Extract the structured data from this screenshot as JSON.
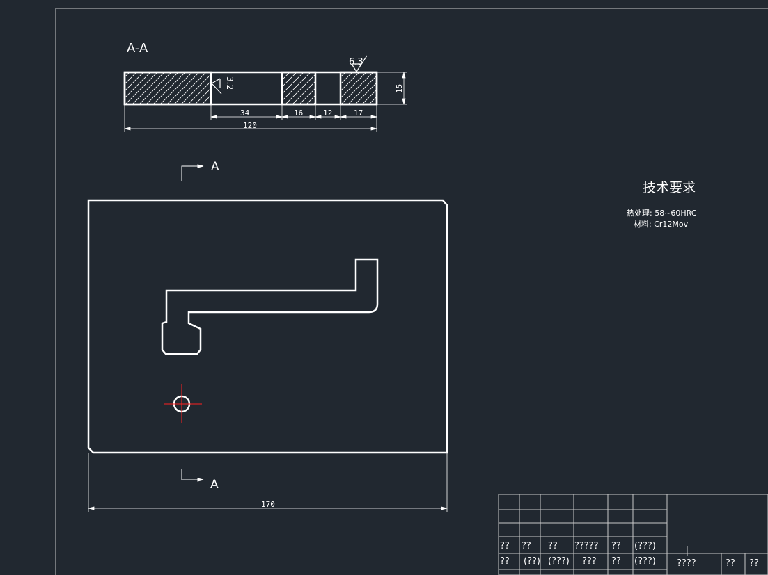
{
  "drawing": {
    "section_title": "A-A",
    "section_marker": "A",
    "colors": {
      "background": "#212830",
      "line": "#ffffff",
      "frame": "#c8c8c8",
      "centerline": "#ff2020"
    },
    "section_dims": {
      "overall": "120",
      "d1": "34",
      "d2": "16",
      "d3": "12",
      "d4": "17",
      "height": "15"
    },
    "roughness": {
      "top": "6.3",
      "inner": "3.2"
    },
    "plan_dims": {
      "width": "170"
    },
    "tech_req": {
      "title": "技术要求",
      "heat_treatment": "热处理: 58~60HRC",
      "material": "材料: Cr12Mov"
    },
    "title_block": {
      "row1": [
        "??",
        "??",
        "??",
        "?????",
        "??",
        "(???)"
      ],
      "row2": [
        "??",
        "(??)",
        "(???)",
        "???",
        "??",
        "(???)"
      ],
      "right_cells": [
        "????",
        "??",
        "??"
      ]
    }
  }
}
